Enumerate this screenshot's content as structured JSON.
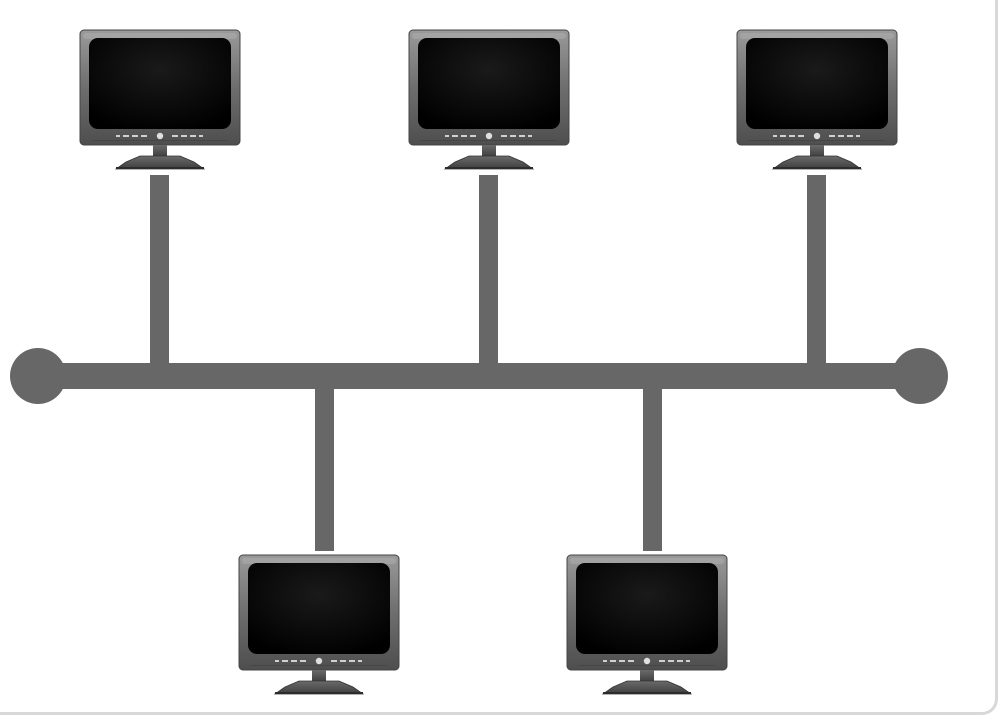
{
  "diagram": {
    "topology": "bus",
    "colors": {
      "cable": "#676767",
      "screen": "#000000",
      "bezel_light": "#8c8c8c",
      "bezel_dark": "#4a4a4a",
      "stand": "#555555",
      "background": "#ffffff"
    },
    "terminators": [
      "left",
      "right"
    ],
    "computers": [
      {
        "id": "pc-1",
        "side": "top"
      },
      {
        "id": "pc-2",
        "side": "top"
      },
      {
        "id": "pc-3",
        "side": "top"
      },
      {
        "id": "pc-4",
        "side": "bottom"
      },
      {
        "id": "pc-5",
        "side": "bottom"
      }
    ]
  }
}
